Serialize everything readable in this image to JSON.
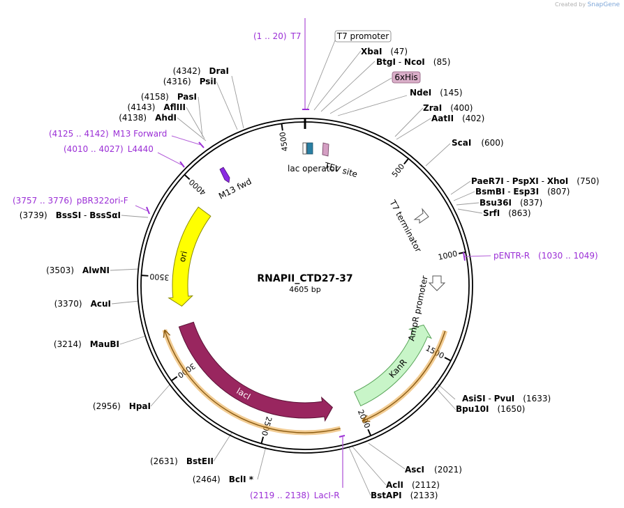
{
  "credit": {
    "prefix": "Created by",
    "brand": "SnapGene"
  },
  "map": {
    "name": "RNAPII_CTD27-37",
    "length_label": "4605 bp",
    "length": 4605
  },
  "ticks": [
    {
      "pos": 500,
      "label": "500"
    },
    {
      "pos": 1000,
      "label": "1000"
    },
    {
      "pos": 1500,
      "label": "1500"
    },
    {
      "pos": 2000,
      "label": "2000"
    },
    {
      "pos": 2500,
      "label": "2500"
    },
    {
      "pos": 3000,
      "label": "3000"
    },
    {
      "pos": 3500,
      "label": "3500"
    },
    {
      "pos": 4000,
      "label": "4000"
    },
    {
      "pos": 4500,
      "label": "4500"
    }
  ],
  "features": [
    {
      "name": "KanR",
      "start": 1386,
      "end": 1985,
      "direction": "reverse",
      "color": "#c8f5c8",
      "stroke": "#5aa55a",
      "text_color": "#000000"
    },
    {
      "name": "lacI",
      "start": 2140,
      "end": 3222,
      "direction": "reverse",
      "color": "#99265f",
      "stroke": "#5a1035",
      "text_color": "#ffffff"
    },
    {
      "name": "ori",
      "start": 3333,
      "end": 3920,
      "direction": "reverse",
      "color": "#ffff00",
      "stroke": "#8a8a00",
      "text_color": "#000000"
    }
  ],
  "orfs": [
    {
      "start": 1380,
      "end": 2010,
      "color": "#e8a33a"
    },
    {
      "start": 2125,
      "end": 3230,
      "color": "#e8a33a"
    }
  ],
  "small_features": [
    {
      "label": "lac operator",
      "color": "#2a7fa3"
    },
    {
      "label": "TEV site",
      "color": "#d49fc3"
    },
    {
      "label": "M13 fwd",
      "color": "#8a2be2"
    },
    {
      "label": "T7 terminator",
      "color": "#ffffff"
    },
    {
      "label": "AmpR promoter",
      "color": "#ffffff"
    }
  ],
  "sites": [
    {
      "names": [
        "XbaI"
      ],
      "pos": "(47)"
    },
    {
      "names": [
        "BtgI",
        "NcoI"
      ],
      "pos": "(85)"
    },
    {
      "names": [
        "NdeI"
      ],
      "pos": "(145)"
    },
    {
      "names": [
        "ZraI"
      ],
      "pos": "(400)"
    },
    {
      "names": [
        "AatII"
      ],
      "pos": "(402)"
    },
    {
      "names": [
        "ScaI"
      ],
      "pos": "(600)"
    },
    {
      "names": [
        "PaeR7I",
        "PspXI",
        "XhoI"
      ],
      "pos": "(750)"
    },
    {
      "names": [
        "BsmBI",
        "Esp3I"
      ],
      "pos": "(807)"
    },
    {
      "names": [
        "Bsu36I"
      ],
      "pos": "(837)"
    },
    {
      "names": [
        "SrfI"
      ],
      "pos": "(863)"
    },
    {
      "names": [
        "AsiSI",
        "PvuI"
      ],
      "pos": "(1633)"
    },
    {
      "names": [
        "Bpu10I"
      ],
      "pos": "(1650)"
    },
    {
      "names": [
        "AscI"
      ],
      "pos": "(2021)"
    },
    {
      "names": [
        "AclI"
      ],
      "pos": "(2112)"
    },
    {
      "names": [
        "BstAPI"
      ],
      "pos": "(2133)"
    },
    {
      "names": [
        "BclI *"
      ],
      "pos": "(2464)"
    },
    {
      "names": [
        "BstEII"
      ],
      "pos": "(2631)"
    },
    {
      "names": [
        "HpaI"
      ],
      "pos": "(2956)"
    },
    {
      "names": [
        "MauBI"
      ],
      "pos": "(3214)"
    },
    {
      "names": [
        "AcuI"
      ],
      "pos": "(3370)"
    },
    {
      "names": [
        "AlwNI"
      ],
      "pos": "(3503)"
    },
    {
      "names": [
        "BssSI",
        "BssSαI"
      ],
      "pos": "(3739)"
    },
    {
      "names": [
        "AhdI"
      ],
      "pos": "(4138)"
    },
    {
      "names": [
        "AflIII"
      ],
      "pos": "(4143)"
    },
    {
      "names": [
        "PasI"
      ],
      "pos": "(4158)"
    },
    {
      "names": [
        "PsiI"
      ],
      "pos": "(4316)"
    },
    {
      "names": [
        "DraI"
      ],
      "pos": "(4342)"
    }
  ],
  "primers": [
    {
      "name": "T7",
      "range": "(1 .. 20)"
    },
    {
      "name": "pENTR-R",
      "range": "(1030 .. 1049)"
    },
    {
      "name": "LacI-R",
      "range": "(2119 .. 2138)"
    },
    {
      "name": "pBR322ori-F",
      "range": "(3757 .. 3776)"
    },
    {
      "name": "L4440",
      "range": "(4010 .. 4027)"
    },
    {
      "name": "M13 Forward",
      "range": "(4125 .. 4142)"
    }
  ],
  "callouts": [
    {
      "label": "T7 promoter",
      "fill": "#ffffff"
    },
    {
      "label": "6xHis",
      "fill": "#d9aec8"
    }
  ]
}
